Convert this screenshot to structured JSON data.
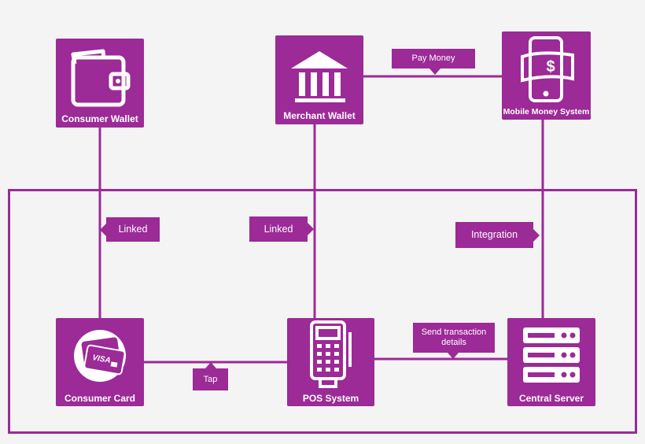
{
  "colors": {
    "primary": "#9c2a97",
    "background": "#f4f4f4",
    "icon": "#ffffff"
  },
  "nodes": {
    "consumer_wallet": {
      "label": "Consumer Wallet",
      "icon": "wallet-icon"
    },
    "merchant_wallet": {
      "label": "Merchant Wallet",
      "icon": "bank-icon"
    },
    "mobile_money": {
      "label": "Mobile Money System",
      "icon": "mobile-money-icon"
    },
    "consumer_card": {
      "label": "Consumer Card",
      "icon": "visa-card-icon"
    },
    "pos_system": {
      "label": "POS System",
      "icon": "pos-terminal-icon"
    },
    "central_server": {
      "label": "Central Server",
      "icon": "server-icon"
    }
  },
  "edges": {
    "pay_money": "Pay Money",
    "linked_consumer": "Linked",
    "linked_merchant": "Linked",
    "integration": "Integration",
    "tap": "Tap",
    "send_details": "Send transaction details"
  }
}
